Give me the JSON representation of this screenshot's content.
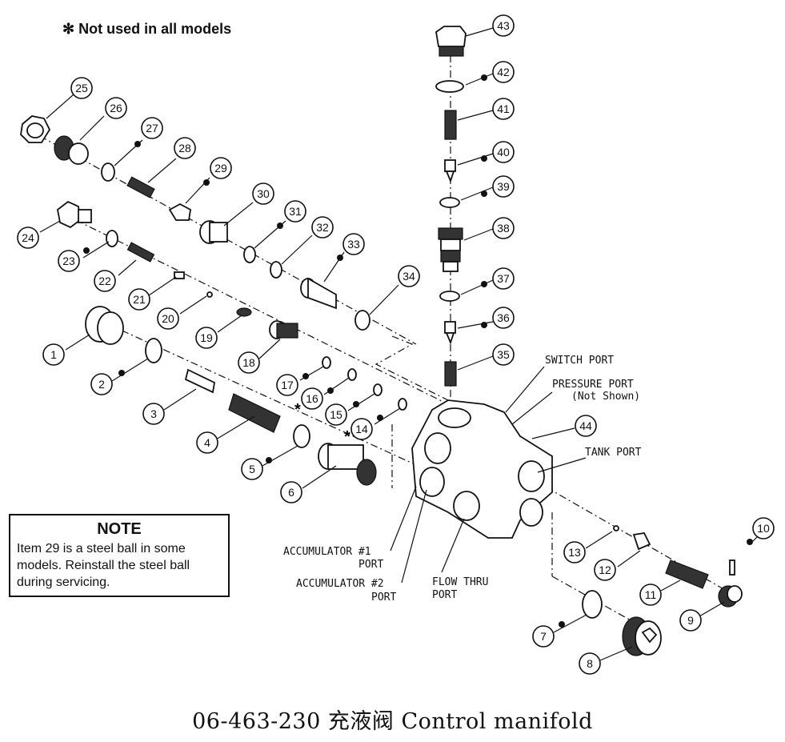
{
  "asterisk_note": "✻ Not used in all models",
  "note": {
    "title": "NOTE",
    "lines": [
      "Item 29 is a steel ball in some",
      "models. Reinstall the steel ball",
      "during servicing."
    ]
  },
  "caption": "06-463-230 充液阀 Control manifold",
  "ports": {
    "switch": "SWITCH PORT",
    "pressure": "PRESSURE PORT",
    "pressure_sub": "(Not Shown)",
    "tank": "TANK PORT",
    "acc1_a": "ACCUMULATOR #1",
    "acc1_b": "PORT",
    "acc2_a": "ACCUMULATOR #2",
    "acc2_b": "PORT",
    "flow_a": "FLOW THRU",
    "flow_b": "PORT"
  },
  "callouts": [
    "1",
    "2",
    "3",
    "4",
    "5",
    "6",
    "7",
    "8",
    "9",
    "10",
    "11",
    "12",
    "13",
    "14",
    "15",
    "16",
    "17",
    "18",
    "19",
    "20",
    "21",
    "22",
    "23",
    "24",
    "25",
    "26",
    "27",
    "28",
    "29",
    "30",
    "31",
    "32",
    "33",
    "34",
    "35",
    "36",
    "37",
    "38",
    "39",
    "40",
    "41",
    "42",
    "43",
    "44"
  ],
  "asterisk_mark": "*"
}
